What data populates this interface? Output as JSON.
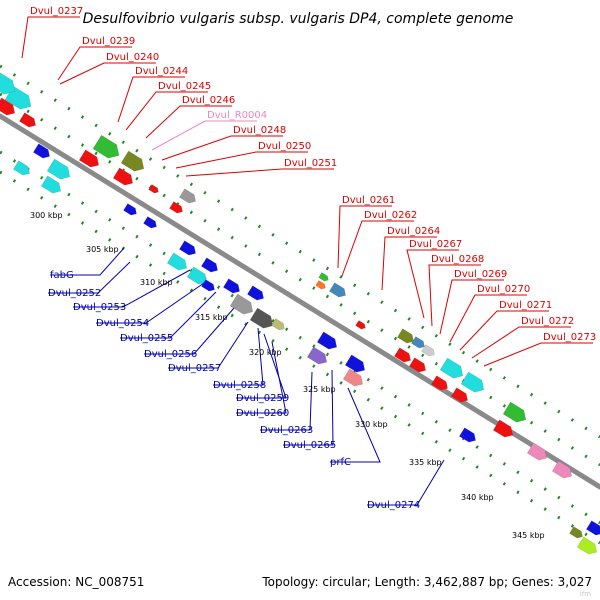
{
  "title": "Desulfovibrio vulgaris subsp. vulgaris DP4, complete genome",
  "accession": "Accession: NC_008751",
  "summary": "Topology: circular; Length: 3,462,887 bp; Genes: 3,027",
  "watermark": "ifm",
  "colors": {
    "red": "#ee1111",
    "pink": "#ee88bb",
    "cyan": "#22dddd",
    "blue": "#1111dd",
    "green": "#33bb33",
    "olive": "#778822",
    "gray": "#999999",
    "darkgray": "#555555",
    "lightgray": "#cccccc",
    "purple": "#8866cc",
    "salmon": "#ee8888",
    "khaki": "#bbbb77",
    "orange": "#ff7722",
    "steelblue": "#4488bb",
    "lime": "#aaee22",
    "track": "#8a8a8a",
    "dots": "#228822",
    "fwd_label": "#dd0000",
    "rev_label": "#0000aa",
    "rna_label": "#ee88bb"
  },
  "ticks": [
    "300 kbp",
    "305 kbp",
    "310 kbp",
    "315 kbp",
    "320 kbp",
    "325 kbp",
    "330 kbp",
    "335 kbp",
    "340 kbp",
    "345 kbp"
  ],
  "top_labels": [
    {
      "text": "Dvul_0237",
      "kind": "fwd"
    },
    {
      "text": "Dvul_0239",
      "kind": "fwd"
    },
    {
      "text": "Dvul_0240",
      "kind": "fwd"
    },
    {
      "text": "Dvul_0244",
      "kind": "fwd"
    },
    {
      "text": "Dvul_0245",
      "kind": "fwd"
    },
    {
      "text": "Dvul_0246",
      "kind": "fwd"
    },
    {
      "text": "Dvul_R0004",
      "kind": "rna"
    },
    {
      "text": "Dvul_0248",
      "kind": "fwd"
    },
    {
      "text": "Dvul_0250",
      "kind": "fwd"
    },
    {
      "text": "Dvul_0251",
      "kind": "fwd"
    },
    {
      "text": "Dvul_0261",
      "kind": "fwd"
    },
    {
      "text": "Dvul_0262",
      "kind": "fwd"
    },
    {
      "text": "Dvul_0264",
      "kind": "fwd"
    },
    {
      "text": "Dvul_0267",
      "kind": "fwd"
    },
    {
      "text": "Dvul_0268",
      "kind": "fwd"
    },
    {
      "text": "Dvul_0269",
      "kind": "fwd"
    },
    {
      "text": "Dvul_0270",
      "kind": "fwd"
    },
    {
      "text": "Dvul_0271",
      "kind": "fwd"
    },
    {
      "text": "Dvul_0272",
      "kind": "fwd"
    },
    {
      "text": "Dvul_0273",
      "kind": "fwd"
    }
  ],
  "bottom_labels": [
    {
      "text": "fabG"
    },
    {
      "text": "Dvul_0252"
    },
    {
      "text": "Dvul_0253"
    },
    {
      "text": "Dvul_0254"
    },
    {
      "text": "Dvul_0255"
    },
    {
      "text": "Dvul_0256"
    },
    {
      "text": "Dvul_0257"
    },
    {
      "text": "Dvul_0258"
    },
    {
      "text": "Dvul_0259"
    },
    {
      "text": "Dvul_0260"
    },
    {
      "text": "Dvul_0263"
    },
    {
      "text": "Dvul_0265"
    },
    {
      "text": "prfC"
    },
    {
      "text": "Dvul_0274"
    }
  ]
}
